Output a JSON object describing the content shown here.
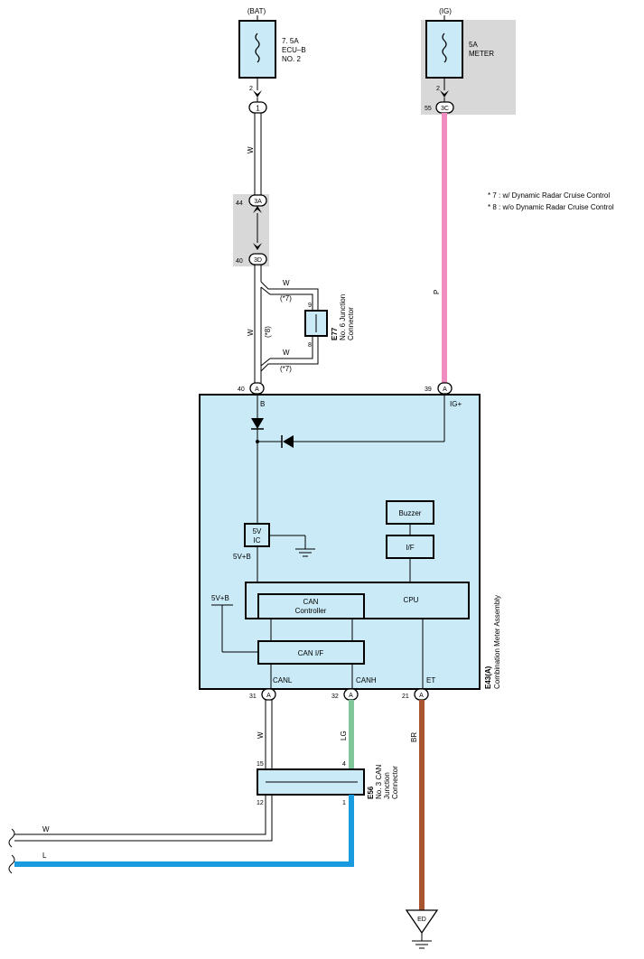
{
  "power": {
    "bat_label": "(BAT)",
    "ig_label": "(IG)",
    "fuse_ecub_line1": "7. 5A",
    "fuse_ecub_line2": "ECU–B",
    "fuse_ecub_line3": "NO. 2",
    "fuse_meter_line1": "5A",
    "fuse_meter_line2": "METER"
  },
  "pins": {
    "fuse1_pin": "2",
    "fuse2_pin": "2",
    "conn_1": "1",
    "conn_3c_pin": "55",
    "conn_3c": "3C",
    "conn_3a_pin": "44",
    "conn_3a": "3A",
    "conn_3d_pin": "40",
    "conn_3d": "3D",
    "e77_pin_top": "9",
    "e77_pin_bottom": "8",
    "meter_a40": "40",
    "meter_a39": "39",
    "meter_a31": "31",
    "meter_a32": "32",
    "meter_a21": "21",
    "letter_a": "A",
    "e56_pin15": "15",
    "e56_pin12": "12",
    "e56_pin4": "4",
    "e56_pin1": "1"
  },
  "wires": {
    "w": "W",
    "p": "P",
    "lg": "LG",
    "br": "BR",
    "l": "L",
    "star7": "(*7)",
    "star8": "(*8)"
  },
  "notes": {
    "note7": "* 7 : w/ Dynamic Radar Cruise Control",
    "note8": "* 8 : w/o Dynamic Radar Cruise Control"
  },
  "e77": {
    "code": "E77",
    "name_line1": "No. 6 Junction",
    "name_line2": "Connector"
  },
  "meter": {
    "code": "E43(A)",
    "name": "Combination Meter Assembly",
    "term_b": "B",
    "term_ig": "IG+",
    "ic_line1": "5V",
    "ic_line2": "IC",
    "v5b_1": "5V+B",
    "v5b_2": "5V+B",
    "buzzer": "Buzzer",
    "if": "I/F",
    "cpu": "CPU",
    "can_ctrl_line1": "CAN",
    "can_ctrl_line2": "Controller",
    "can_if": "CAN I/F",
    "canl": "CANL",
    "canh": "CANH",
    "et": "ET"
  },
  "e56": {
    "code": "E56",
    "name_line1": "No. 3 CAN",
    "name_line2": "Junction",
    "name_line3": "Connector"
  },
  "ground": {
    "label": "ED"
  },
  "colors": {
    "pink_wire": "#f08cc0",
    "green_wire": "#7fc79a",
    "brown_wire": "#a8552f",
    "blue_wire": "#1a9be0",
    "box_fill": "#c9eaf6",
    "gray_fill": "#d8d8d8"
  }
}
